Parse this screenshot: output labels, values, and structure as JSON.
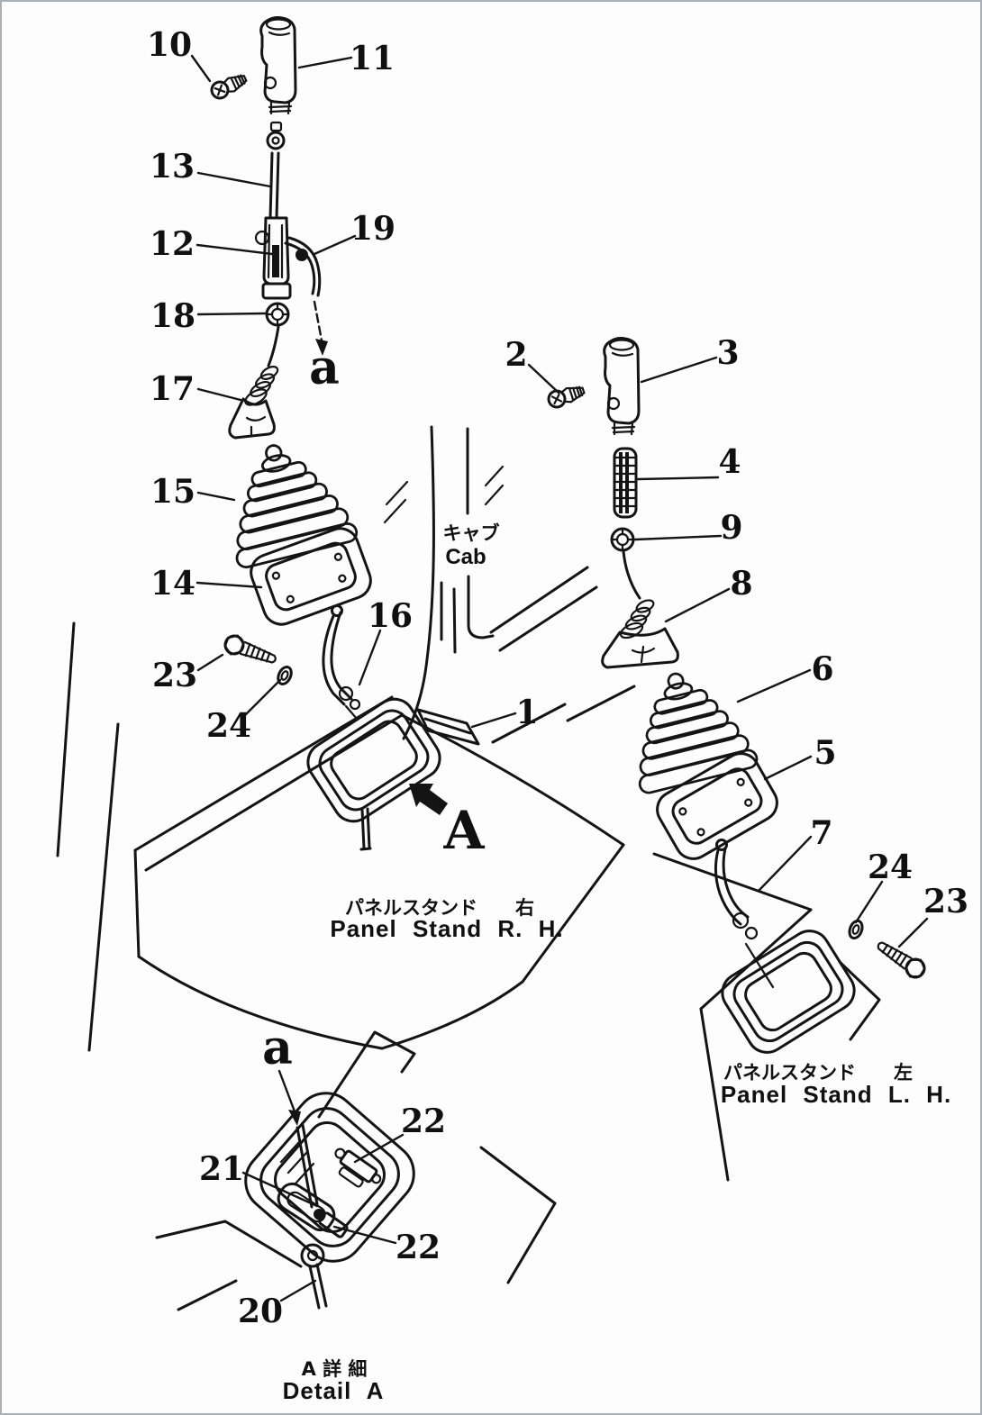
{
  "figure": {
    "kind": "machine-parts-exploded-diagram",
    "ink_color": "#141414",
    "paper_color": "#fdfdfd",
    "border_color": "#a9b0b8"
  },
  "texts": {
    "cab_jp": "キャブ",
    "cab_en": "Cab",
    "panel_rh_jp": "パネルスタンド　　右",
    "panel_rh_en": "Panel Stand R. H.",
    "panel_lh_jp": "パネルスタンド　　左",
    "panel_lh_en": "Panel Stand L. H.",
    "detail_jp": "A 詳 細",
    "detail_en": "Detail A",
    "view_arrow": "A",
    "flow_a_upper": "a",
    "flow_a_detail": "a"
  },
  "callouts": {
    "p1": "1",
    "p2": "2",
    "p3": "3",
    "p4": "4",
    "p5": "5",
    "p6": "6",
    "p7": "7",
    "p8": "8",
    "p9": "9",
    "p10": "10",
    "p11": "11",
    "p12": "12",
    "p13": "13",
    "p14": "14",
    "p15": "15",
    "p16": "16",
    "p17": "17",
    "p18": "18",
    "p19": "19",
    "p20": "20",
    "p21": "21",
    "p22_upper": "22",
    "p22_lower": "22",
    "p23_left": "23",
    "p23_right": "23",
    "p24_left": "24",
    "p24_right": "24"
  }
}
